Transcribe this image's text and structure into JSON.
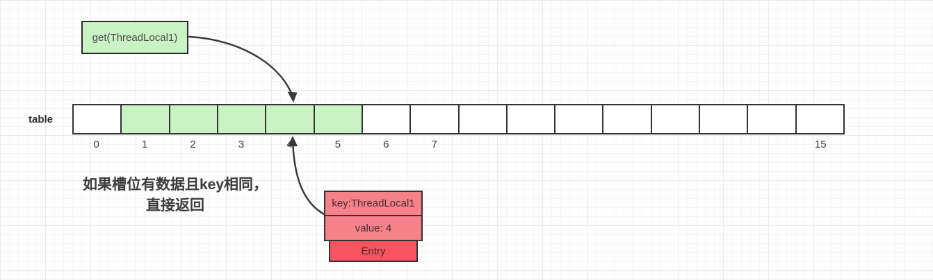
{
  "get_box": {
    "label": "get(ThreadLocal1)"
  },
  "table": {
    "label": "table",
    "cells": [
      {
        "index": "0",
        "highlighted": false
      },
      {
        "index": "1",
        "highlighted": true
      },
      {
        "index": "2",
        "highlighted": true
      },
      {
        "index": "3",
        "highlighted": true
      },
      {
        "index": "4",
        "highlighted": true
      },
      {
        "index": "5",
        "highlighted": true
      },
      {
        "index": "6",
        "highlighted": false
      },
      {
        "index": "7",
        "highlighted": false
      },
      {
        "index": "",
        "highlighted": false
      },
      {
        "index": "",
        "highlighted": false
      },
      {
        "index": "",
        "highlighted": false
      },
      {
        "index": "",
        "highlighted": false
      },
      {
        "index": "",
        "highlighted": false
      },
      {
        "index": "",
        "highlighted": false
      },
      {
        "index": "",
        "highlighted": false
      },
      {
        "index": "15",
        "highlighted": false
      }
    ]
  },
  "annotation": {
    "line1": "如果槽位有数据且key相同，",
    "line2": "直接返回"
  },
  "entry": {
    "key": "key:ThreadLocal1",
    "value": "value: 4",
    "label": "Entry"
  },
  "colors": {
    "highlight_green": "#c9f3c4",
    "entry_salmon": "#f5828b",
    "entry_red": "#f6545e",
    "border_dark": "#333333",
    "arrow": "#3a3a3a"
  }
}
